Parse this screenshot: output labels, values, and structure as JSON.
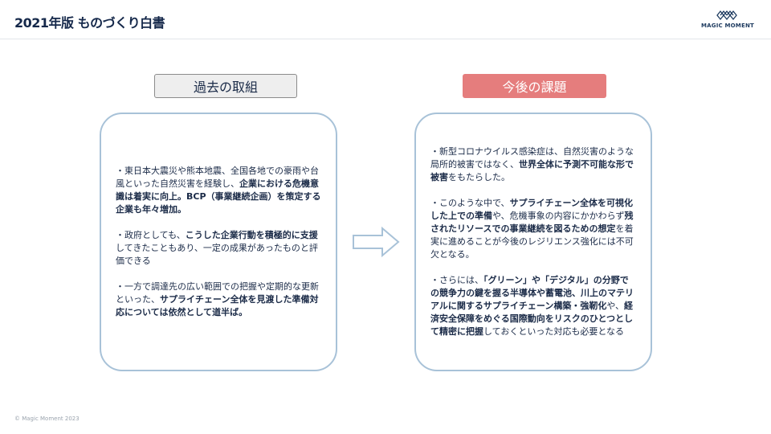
{
  "header": {
    "title": "2021年版 ものづくり白書",
    "logo_text": "MAGIC MOMENT"
  },
  "labels": {
    "past": "過去の取組",
    "future": "今後の課題"
  },
  "left": {
    "p1": {
      "a": "・東日本大震災や熊本地震、全国各地での豪雨や台風といった自然災害を経験し、",
      "b": "企業における危機意識は着実に向上。BCP（事業継続企画）を策定する企業も年々増加。"
    },
    "p2": {
      "a": "・政府としても、",
      "b": "こうした企業行動を積極的に支援",
      "c": "してきたこともあり、一定の成果があったものと評価できる"
    },
    "p3": {
      "a": "・一方で調達先の広い範囲での把握や定期的な更新といった、",
      "b": "サプライチェーン全体を見渡した準備対応については依然として道半ば。"
    }
  },
  "right": {
    "p1": {
      "a": "・新型コロナウイルス感染症は、自然災害のような局所的被害ではなく、",
      "b": "世界全体に予測不可能な形で被害",
      "c": "をもたらした。"
    },
    "p2": {
      "a": "・このような中で、",
      "b": "サプライチェーン全体を可視化した上での準備",
      "c": "や、危機事象の内容にかかわらず",
      "d": "残されたリソースでの事業継続を図るための想定",
      "e": "を着実に進めることが今後のレジリエンス強化には不可欠となる。"
    },
    "p3": {
      "a": "・さらには、",
      "b": "「グリーン」や「デジタル」の分野での競争力の鍵を握る半導体や蓄電池、川上のマテリアルに関するサプライチェーン構築・強靭化",
      "c": "や、",
      "d": "経済安全保障をめぐる国際動向をリスクのひとつとして精密に把握",
      "e": "しておくといった対応も必要となる"
    }
  },
  "footer": {
    "copyright": "© Magic Moment 2023"
  }
}
